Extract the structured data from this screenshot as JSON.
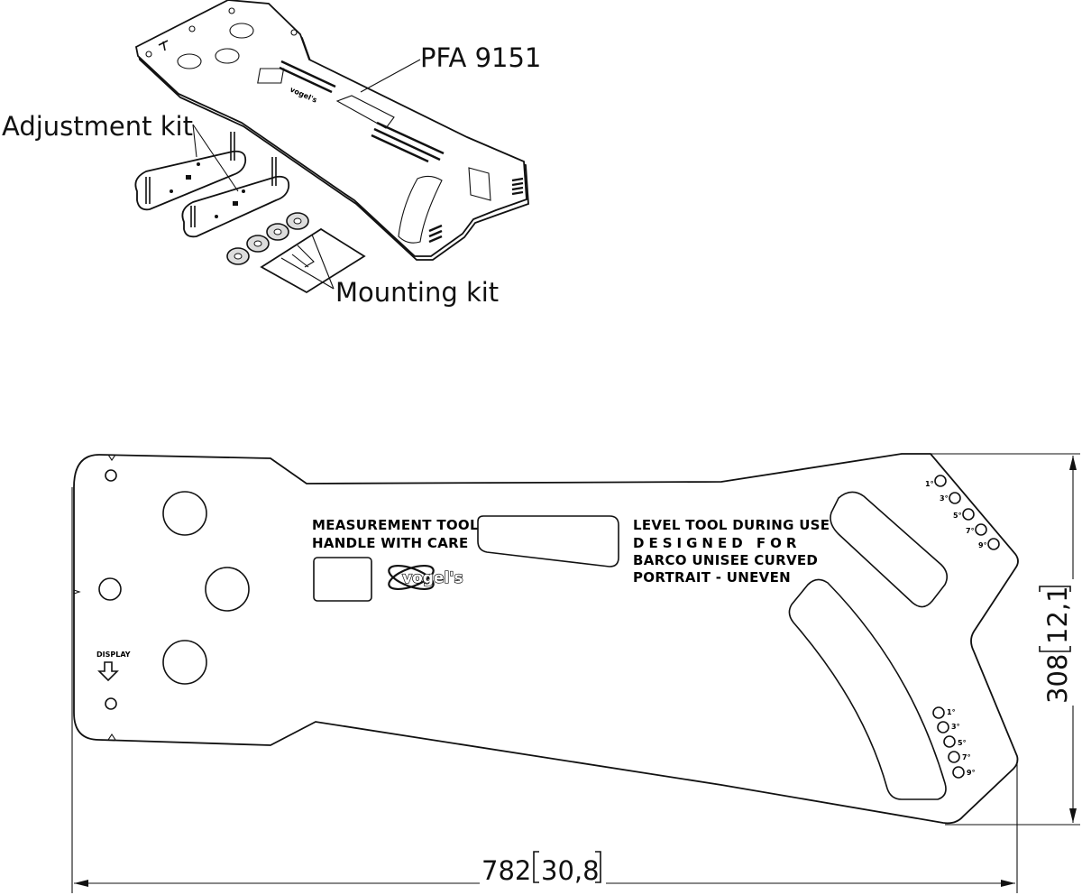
{
  "callouts": {
    "product": "PFA 9151",
    "adjustment": "Adjustment kit",
    "mounting": "Mounting kit"
  },
  "plate": {
    "line1": "MEASUREMENT TOOL",
    "line2": "HANDLE WITH CARE",
    "right1": "LEVEL TOOL DURING USE",
    "right2": "DESIGNED FOR",
    "right3": "BARCO UNISEE CURVED",
    "right4": "PORTRAIT - UNEVEN",
    "display": "DISPLAY",
    "logo": "vogel's",
    "angles_top": [
      "1°",
      "3°",
      "5°",
      "7°",
      "9°"
    ],
    "angles_bottom": [
      "1°",
      "3°",
      "5°",
      "7°",
      "9°"
    ]
  },
  "dimensions": {
    "width_mm": "782",
    "width_in": "30,8",
    "height_mm": "308",
    "height_in": "12,1"
  }
}
